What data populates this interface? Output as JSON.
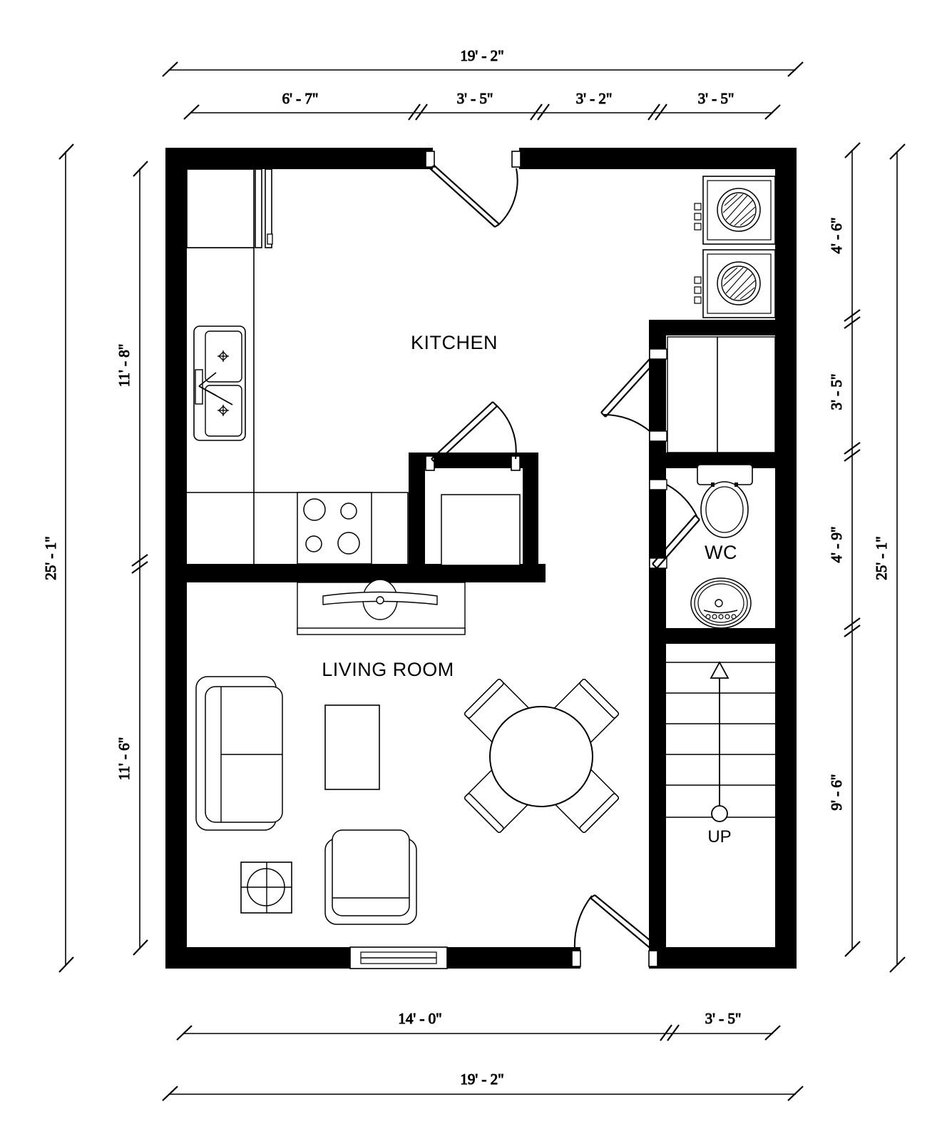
{
  "plan": {
    "type": "architectural-floor-plan",
    "title": "",
    "line_color": "#000000",
    "wall_fill": "#000000",
    "background": "#ffffff",
    "rooms": [
      {
        "key": "kitchen",
        "label": "KITCHEN"
      },
      {
        "key": "living_room",
        "label": "LIVING ROOM"
      },
      {
        "key": "wc",
        "label": "WC"
      }
    ],
    "annotations": [
      {
        "key": "stair_direction",
        "label": "UP"
      }
    ]
  },
  "dimensions": {
    "top_overall": {
      "label": "19' - 2\"",
      "feet": 19,
      "inches": 2
    },
    "top_chain": [
      {
        "label": "6' - 7\"",
        "feet": 6,
        "inches": 7
      },
      {
        "label": "3' - 5\"",
        "feet": 3,
        "inches": 5
      },
      {
        "label": "3' - 2\"",
        "feet": 3,
        "inches": 2
      },
      {
        "label": "3' - 5\"",
        "feet": 3,
        "inches": 5
      }
    ],
    "bottom_chain": [
      {
        "label": "14' - 0\"",
        "feet": 14,
        "inches": 0
      },
      {
        "label": "3' - 5\"",
        "feet": 3,
        "inches": 5
      }
    ],
    "bottom_overall": {
      "label": "19' - 2\"",
      "feet": 19,
      "inches": 2
    },
    "left_overall": {
      "label": "25' - 1\"",
      "feet": 25,
      "inches": 1
    },
    "left_chain": [
      {
        "label": "11' - 8\"",
        "feet": 11,
        "inches": 8
      },
      {
        "label": "11' - 6\"",
        "feet": 11,
        "inches": 6
      }
    ],
    "right_overall": {
      "label": "25' - 1\"",
      "feet": 25,
      "inches": 1
    },
    "right_chain": [
      {
        "label": "4' - 6\"",
        "feet": 4,
        "inches": 6
      },
      {
        "label": "3' - 5\"",
        "feet": 3,
        "inches": 5
      },
      {
        "label": "4' - 9\"",
        "feet": 4,
        "inches": 9
      },
      {
        "label": "9' - 6\"",
        "feet": 9,
        "inches": 6
      }
    ]
  },
  "fixtures": [
    {
      "key": "refrigerator",
      "name": "refrigerator"
    },
    {
      "key": "kitchen_sink",
      "name": "double-bowl-sink"
    },
    {
      "key": "cooktop",
      "name": "four-burner-cooktop"
    },
    {
      "key": "pantry_closet",
      "name": "pantry-closet"
    },
    {
      "key": "media_console",
      "name": "tv-media-console"
    },
    {
      "key": "washer",
      "name": "washer"
    },
    {
      "key": "dryer",
      "name": "dryer"
    },
    {
      "key": "linen_closet",
      "name": "closet"
    },
    {
      "key": "toilet",
      "name": "toilet"
    },
    {
      "key": "vanity_sink",
      "name": "bathroom-sink"
    },
    {
      "key": "stairs",
      "name": "staircase"
    },
    {
      "key": "sofa",
      "name": "sofa"
    },
    {
      "key": "coffee_table",
      "name": "coffee-table"
    },
    {
      "key": "armchair",
      "name": "armchair"
    },
    {
      "key": "side_table",
      "name": "side-table-lamp"
    },
    {
      "key": "dining_table",
      "name": "round-dining-table"
    },
    {
      "key": "dining_chairs",
      "name": "dining-chairs",
      "count": 4
    },
    {
      "key": "entry_door_top",
      "name": "entry-door"
    },
    {
      "key": "entry_door_bottom",
      "name": "entry-door"
    },
    {
      "key": "window_bottom",
      "name": "window"
    }
  ]
}
